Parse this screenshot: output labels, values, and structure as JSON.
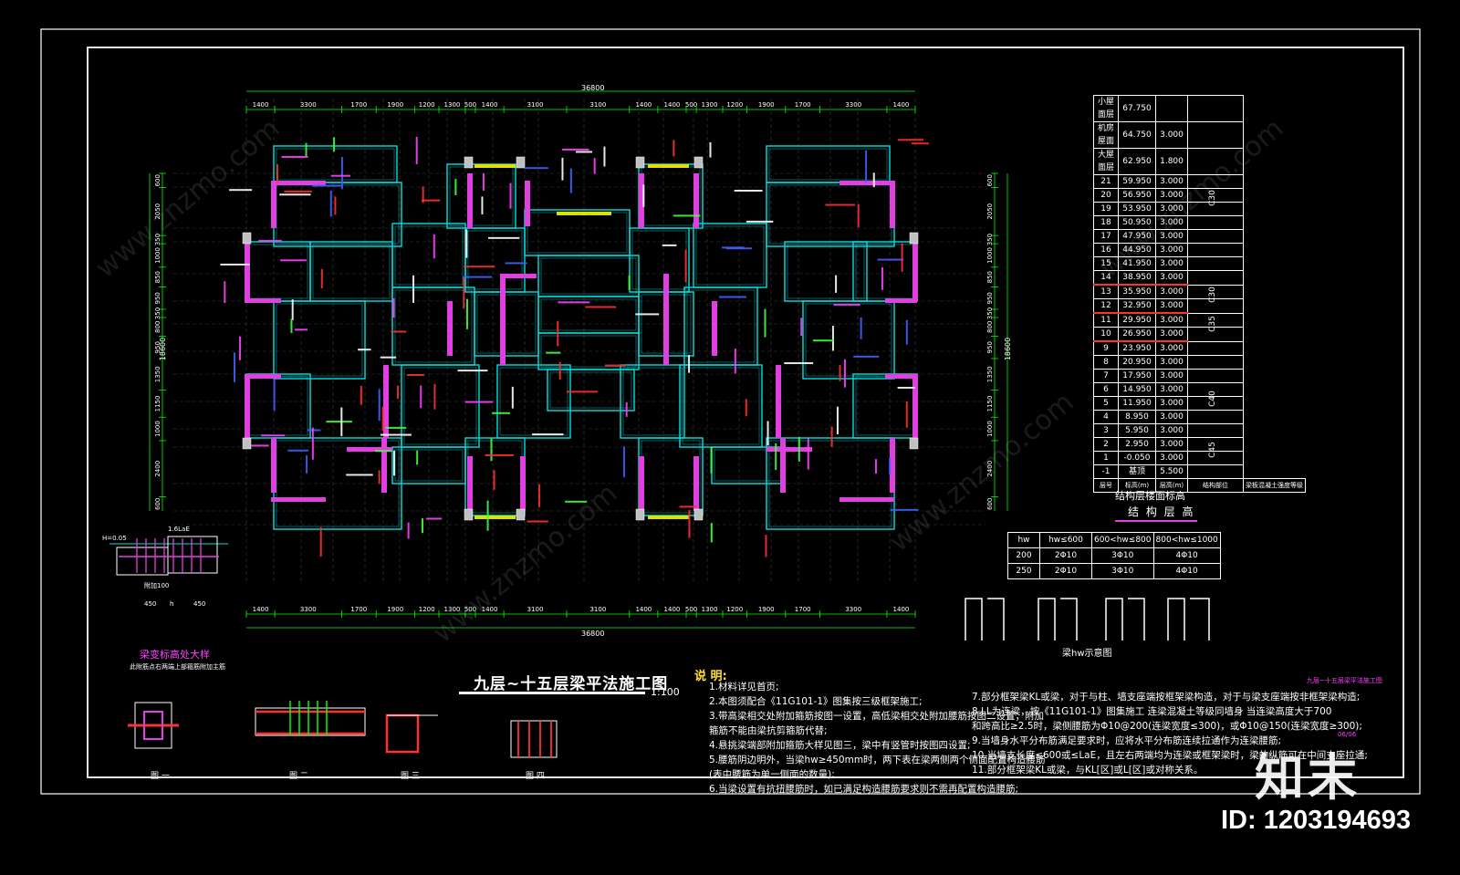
{
  "drawing": {
    "title": "九层~十五层梁平法施工图",
    "scale": "1:100",
    "overall_width": "36800",
    "overall_depth": "18600",
    "left_side_label": "18600",
    "right_side_label": "18600",
    "total_dim_bottom": "36800"
  },
  "top_dimensions": [
    "1400",
    "3300",
    "1700",
    "1900",
    "1200",
    "1300",
    "500",
    "1400",
    "3100",
    "3100",
    "1400",
    "1400",
    "500",
    "1300",
    "1200",
    "1900",
    "1700",
    "3300",
    "1400"
  ],
  "bottom_dimensions": [
    "1400",
    "3300",
    "1700",
    "1900",
    "1200",
    "1300",
    "500",
    "1400",
    "3100",
    "3100",
    "1400",
    "1400",
    "500",
    "1300",
    "1200",
    "1900",
    "1700",
    "3300",
    "1400"
  ],
  "left_dimensions": [
    "600",
    "2050",
    "350",
    "1000",
    "850",
    "950",
    "350",
    "800",
    "950",
    "1350",
    "1150",
    "1000",
    "2400",
    "600"
  ],
  "right_dimensions": [
    "600",
    "2050",
    "350",
    "1000",
    "850",
    "950",
    "350",
    "800",
    "950",
    "1350",
    "1150",
    "1000",
    "2400",
    "600"
  ],
  "floor_table": {
    "rows": [
      {
        "floor": "小屋面层",
        "elev": "67.750",
        "height": ""
      },
      {
        "floor": "机房屋面",
        "elev": "64.750",
        "height": "3.000"
      },
      {
        "floor": "大屋面层",
        "elev": "62.950",
        "height": "1.800"
      },
      {
        "floor": "21",
        "elev": "59.950",
        "height": "3.000"
      },
      {
        "floor": "20",
        "elev": "56.950",
        "height": "3.000"
      },
      {
        "floor": "19",
        "elev": "53.950",
        "height": "3.000"
      },
      {
        "floor": "18",
        "elev": "50.950",
        "height": "3.000"
      },
      {
        "floor": "17",
        "elev": "47.950",
        "height": "3.000"
      },
      {
        "floor": "16",
        "elev": "44.950",
        "height": "3.000"
      },
      {
        "floor": "15",
        "elev": "41.950",
        "height": "3.000"
      },
      {
        "floor": "14",
        "elev": "38.950",
        "height": "3.000"
      },
      {
        "floor": "13",
        "elev": "35.950",
        "height": "3.000"
      },
      {
        "floor": "12",
        "elev": "32.950",
        "height": "3.000"
      },
      {
        "floor": "11",
        "elev": "29.950",
        "height": "3.000"
      },
      {
        "floor": "10",
        "elev": "26.950",
        "height": "3.000"
      },
      {
        "floor": "9",
        "elev": "23.950",
        "height": "3.000"
      },
      {
        "floor": "8",
        "elev": "20.950",
        "height": "3.000"
      },
      {
        "floor": "7",
        "elev": "17.950",
        "height": "3.000"
      },
      {
        "floor": "6",
        "elev": "14.950",
        "height": "3.000"
      },
      {
        "floor": "5",
        "elev": "11.950",
        "height": "3.000"
      },
      {
        "floor": "4",
        "elev": "8.950",
        "height": "3.000"
      },
      {
        "floor": "3",
        "elev": "5.950",
        "height": "3.000"
      },
      {
        "floor": "2",
        "elev": "2.950",
        "height": "3.000"
      },
      {
        "floor": "1",
        "elev": "-0.050",
        "height": "3.000"
      },
      {
        "floor": "-1",
        "elev": "基顶",
        "height": "5.500"
      }
    ],
    "footer": [
      "层号",
      "标高(m)",
      "层高(m)",
      "结构部位",
      "梁板混凝土强度等级"
    ],
    "concrete_grades": [
      "C30",
      "C30",
      "C35",
      "C40",
      "C45"
    ],
    "caption_1": "结构层楼面标高",
    "caption_2": "结 构 层 高",
    "highlight_color": "#ff3030"
  },
  "hw_table": {
    "header": [
      "hw",
      "hw≤600",
      "600<hw≤800",
      "800<hw≤1000"
    ],
    "rows": [
      [
        "200",
        "2Φ10",
        "3Φ10",
        "4Φ10"
      ],
      [
        "250",
        "2Φ10",
        "3Φ10",
        "4Φ10"
      ]
    ],
    "caption": "梁hw示意图"
  },
  "detail_left": {
    "title": "梁变标高处大样",
    "subtitle": "此附筋点右两端上部箍筋附加主筋",
    "dims": [
      "450",
      "h",
      "450"
    ],
    "label_top": "1.6LaE",
    "label_h": "H=0.05",
    "label_bottom": "附加100"
  },
  "figures": [
    "图 一",
    "图 二",
    "图 三",
    "图 四"
  ],
  "notes": {
    "heading": "说 明:",
    "left": [
      "1.材料详见首页;",
      "2.本图须配合《11G101-1》图集按三级框架施工;",
      "3.带高梁相交处附加箍筋按图一设置，高低梁相交处附加腰筋按图二设置；附加",
      "   箍筋不能由梁抗剪箍筋代替;",
      "4.悬挑梁端部附加箍筋大样见图三，梁中有竖管时按图四设置;",
      "5.腰筋阴边明外，当梁hw≥450mm时，两下表在梁两侧两个侧面配置构造腰筋",
      "  (表中腰筋为单一侧面的数量);",
      "6.当梁设置有抗扭腰筋时，如已满足构造腰筋要求则不需再配置构造腰筋;"
    ],
    "right": [
      "7.部分框架梁KL或梁，对于与柱、墙支座端按框架梁构造，对于与梁支座端按非框架梁构造;",
      "8.LL为连梁，按《11G101-1》图集施工 连梁混凝土等级同墙身 当连梁高度大于700",
      "   和跨高比≥2.5时，梁侧腰筋为Φ10@200(连梁宽度≤300)，或Φ10@150(连梁宽度≥300);",
      "9.当墙身水平分布筋满足要求时，应将水平分布筋连续拉通作为连梁腰筋;",
      "10.当墙支长度≤600或≤LaE，且左右两端均为连梁或框架梁时，梁的纵筋可在中间支座拉通;",
      "11.部分框架梁KL或梁，与KL[区]或L[区]或对称关系。"
    ]
  },
  "titleblock": {
    "sheet_title": "九层~十五层梁平法施工图",
    "sheet_no": "06/06"
  },
  "watermark": {
    "brand": "知末",
    "id_text": "ID: 1203194693",
    "diag_text": "www.znzmo.com"
  },
  "colors": {
    "wall": "#e040e0",
    "grid": "#00e0e0",
    "dim": "#00ff00",
    "beam_label": "#ff3030",
    "text": "#ffffff",
    "column": "#c0c0c0",
    "accent_blue": "#4060ff",
    "yellow": "#e0e000"
  }
}
